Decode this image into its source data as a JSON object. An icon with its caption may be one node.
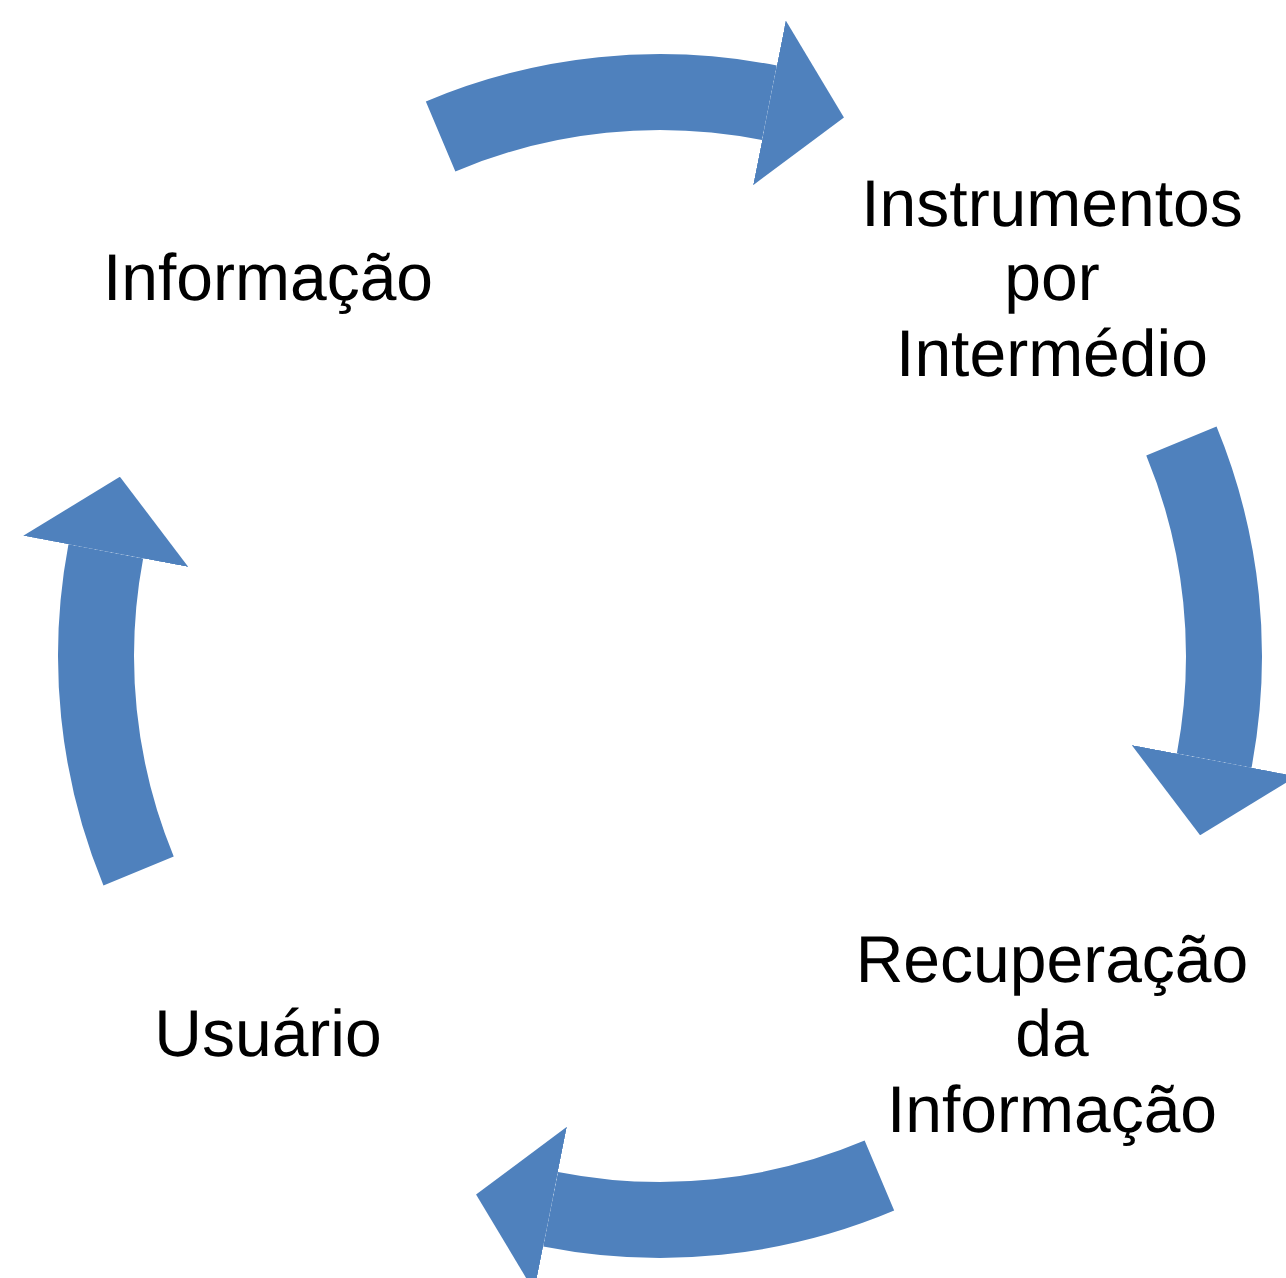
{
  "diagram": {
    "nodes": [
      {
        "text": [
          "Informação"
        ]
      },
      {
        "text": [
          "Instrumentos por Intermédio"
        ]
      },
      {
        "text": [
          "Recuperação da Informação"
        ]
      },
      {
        "text": [
          "Usuário"
        ]
      }
    ],
    "edges": [
      {
        "from": 0,
        "to": 1,
        "arrow": "to"
      },
      {
        "from": 1,
        "to": 2,
        "arrow": "to"
      },
      {
        "from": 2,
        "to": 3,
        "arrow": "to"
      },
      {
        "from": 3,
        "to": 0,
        "arrow": "to"
      }
    ]
  }
}
